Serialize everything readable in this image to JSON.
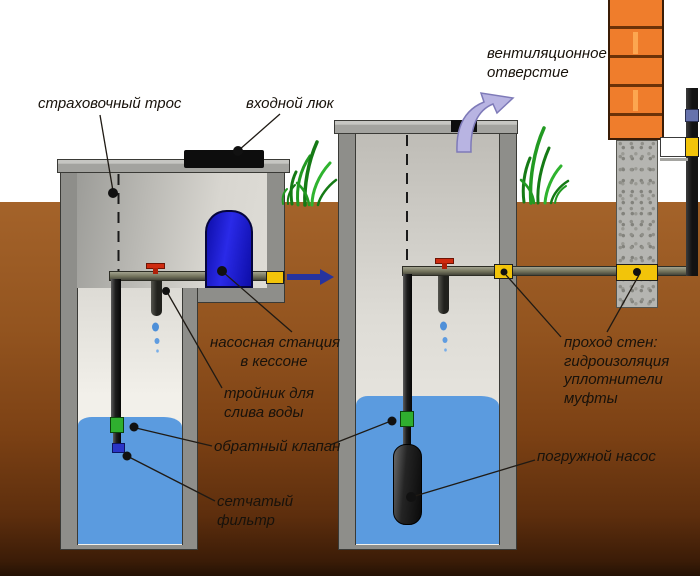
{
  "labels": {
    "safety_rope": "страховочный трос",
    "entry_hatch": "входной люк",
    "vent": {
      "line1": "вентиляционное",
      "line2": "отверстие"
    },
    "pump_station": {
      "line1": "насосная станция",
      "line2": "в кессоне"
    },
    "drain_tee": {
      "line1": "тройник для",
      "line2": "слива воды"
    },
    "check_valve": "обратный клапан",
    "mesh_filter": {
      "line1": "сетчатый",
      "line2": "фильтр"
    },
    "wall_pass": {
      "line1": "проход стен:",
      "line2": "гидроизоляция",
      "line3": "уплотнители",
      "line4": "муфты"
    },
    "submersible_pump": "погружной насос"
  },
  "colors": {
    "soil_top": "#a4632a",
    "soil_bottom": "#2a1405",
    "water_blue": "#5b9bdf",
    "tank_blue": "#1515cc",
    "pipe_gray": "#73735c",
    "fitting_yellow": "#f2c40a",
    "valve_green": "#2faf2f",
    "valve_red": "#cf2b10",
    "brick_orange": "#ef7d2c",
    "concrete_gray": "#b5b5b1",
    "flow_arrow_blue": "#26339e",
    "vent_arrow_purple": "#b8b4e2",
    "grass_green": "#1e8a1e"
  }
}
